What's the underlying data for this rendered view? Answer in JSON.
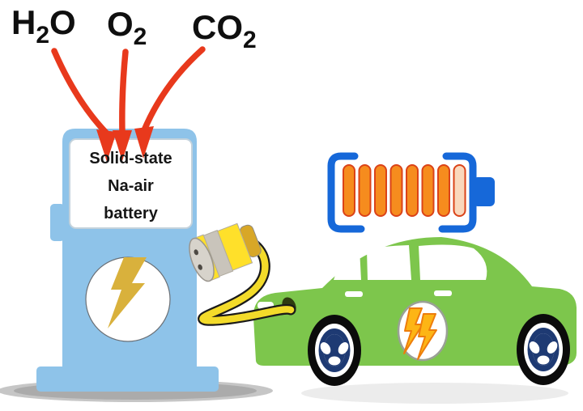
{
  "figure": {
    "description": "Solid-state Na-air battery fuel pump charging a green electric car",
    "gas_inputs": {
      "h2o": {
        "pre": "H",
        "sub": "2",
        "post": "O"
      },
      "o2": {
        "pre": "O",
        "sub": "2",
        "post": ""
      },
      "co2": {
        "pre": "CO",
        "sub": "2",
        "post": ""
      }
    },
    "pump": {
      "line1": "Solid-state",
      "line2": "Na-air",
      "line3": "battery"
    },
    "battery_indicator": {
      "cells_total": 8,
      "cells_full": 7
    }
  },
  "colors": {
    "pump_blue": "#8EC3E9",
    "screen_white": "#FFFFFF",
    "car_green": "#7DC64C",
    "battery_blue": "#1668D9",
    "battery_cell": "#F68C1E",
    "battery_cell_low": "#FAD8BC",
    "battery_cell_border": "#DB4318",
    "arrow_red": "#E8391C",
    "bolt_gold": "#D9B13C",
    "badge_bolt_fill": "#FDB515",
    "badge_bolt_border": "#ED7D0C",
    "wheel_navy": "#1E3A73",
    "cable_yellow": "#F3DB2A",
    "plug_yellow": "#FFE02A",
    "plug_gray": "#C9C4BB",
    "plug_cap_gold": "#D8A727",
    "pump_shadow": "#ABABAB",
    "car_shadow": "#ECECEC"
  }
}
